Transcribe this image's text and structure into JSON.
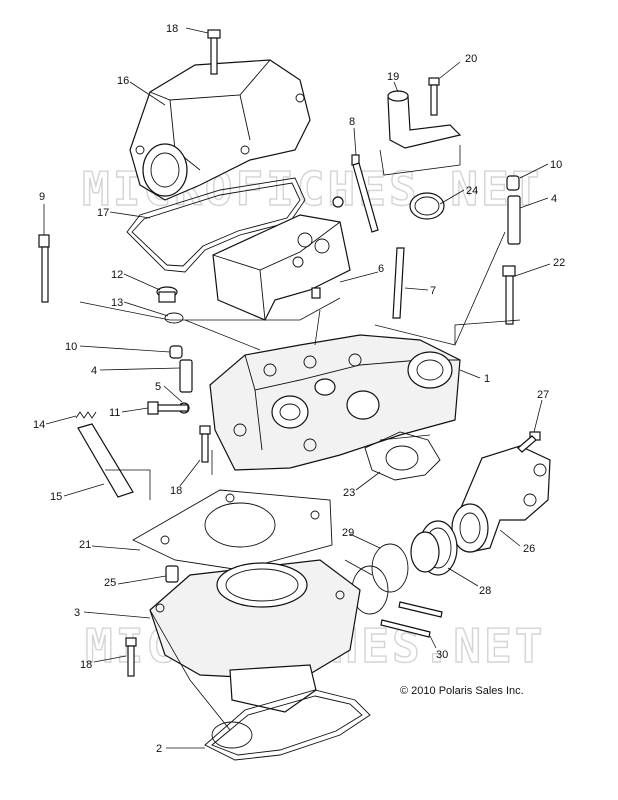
{
  "watermark": "MICROFICHES.NET",
  "copyright": "© 2010 Polaris Sales Inc.",
  "callouts": [
    {
      "label": "18"
    },
    {
      "label": "16"
    },
    {
      "label": "19"
    },
    {
      "label": "20"
    },
    {
      "label": "8"
    },
    {
      "label": "10"
    },
    {
      "label": "4"
    },
    {
      "label": "24"
    },
    {
      "label": "9"
    },
    {
      "label": "17"
    },
    {
      "label": "6"
    },
    {
      "label": "7"
    },
    {
      "label": "12"
    },
    {
      "label": "22"
    },
    {
      "label": "13"
    },
    {
      "label": "10"
    },
    {
      "label": "4"
    },
    {
      "label": "1"
    },
    {
      "label": "5"
    },
    {
      "label": "27"
    },
    {
      "label": "11"
    },
    {
      "label": "14"
    },
    {
      "label": "18"
    },
    {
      "label": "23"
    },
    {
      "label": "15"
    },
    {
      "label": "29"
    },
    {
      "label": "26"
    },
    {
      "label": "21"
    },
    {
      "label": "25"
    },
    {
      "label": "28"
    },
    {
      "label": "3"
    },
    {
      "label": "30"
    },
    {
      "label": "18"
    },
    {
      "label": "2"
    }
  ]
}
